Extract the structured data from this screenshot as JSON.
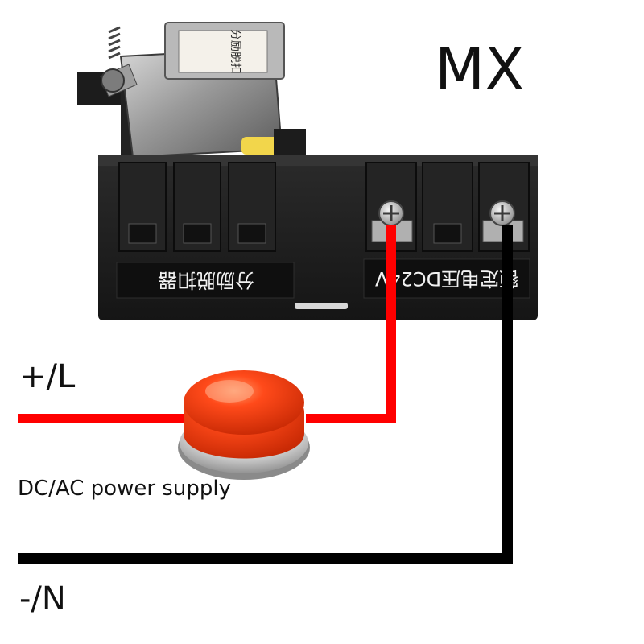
{
  "title": "MX",
  "labels": {
    "positive": "+/L",
    "negative": "-/N",
    "supply": "DC/AC power supply"
  },
  "device": {
    "left_label": "分励脱扣器",
    "right_label": "额定电压DC24V",
    "coil_label": "分励脱扣"
  },
  "icons": {
    "button": "push-button-icon",
    "screw": "screw-terminal-icon"
  },
  "colors": {
    "positive_wire": "#ff0000",
    "negative_wire": "#000000",
    "button": "#ff3b10",
    "housing": "#1b1b1b",
    "label_panel": "#101010"
  }
}
